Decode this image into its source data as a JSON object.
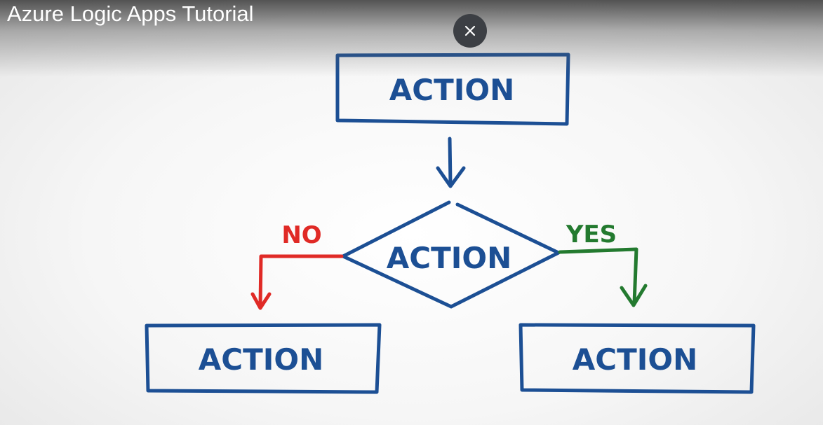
{
  "video": {
    "title": "Azure Logic Apps Tutorial",
    "close_icon": "close-icon"
  },
  "diagram": {
    "top_action": "ACTION",
    "decision": "ACTION",
    "no_label": "NO",
    "yes_label": "YES",
    "left_action": "ACTION",
    "right_action": "ACTION"
  },
  "colors": {
    "ink_blue": "#1c4f94",
    "no_red": "#e02a26",
    "yes_green": "#237a2f",
    "close_bg": "#3c3f44"
  }
}
